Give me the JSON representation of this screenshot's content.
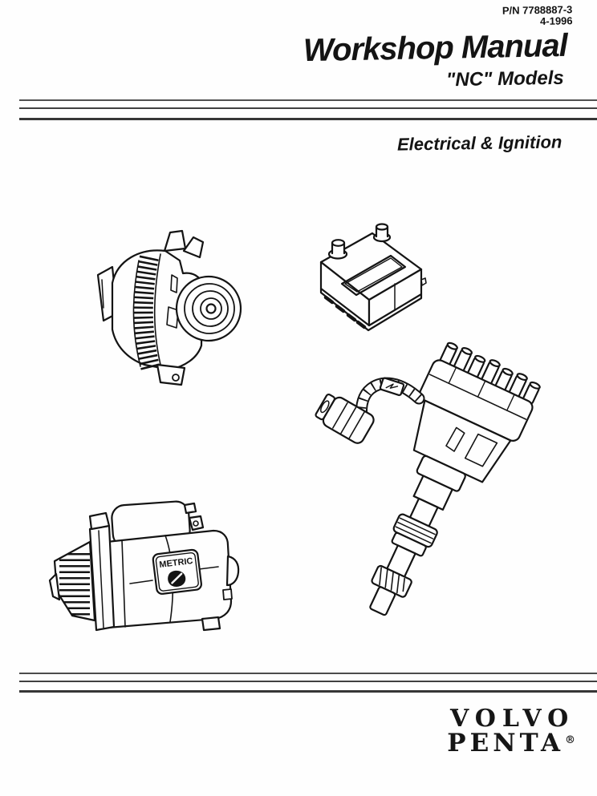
{
  "header": {
    "part_number": "P/N 7788887-3",
    "date": "4-1996",
    "title": "Workshop Manual",
    "subtitle": "\"NC\" Models"
  },
  "section": {
    "heading": "Electrical & Ignition"
  },
  "illustrations": {
    "names": [
      "alternator",
      "battery",
      "distributor",
      "starter-motor"
    ],
    "starter_metric_label": "METRIC"
  },
  "logo": {
    "line1": "VOLVO",
    "line2": "PENTA",
    "registered": "®"
  },
  "colors": {
    "ink": "#141414",
    "paper": "#fefefe"
  }
}
